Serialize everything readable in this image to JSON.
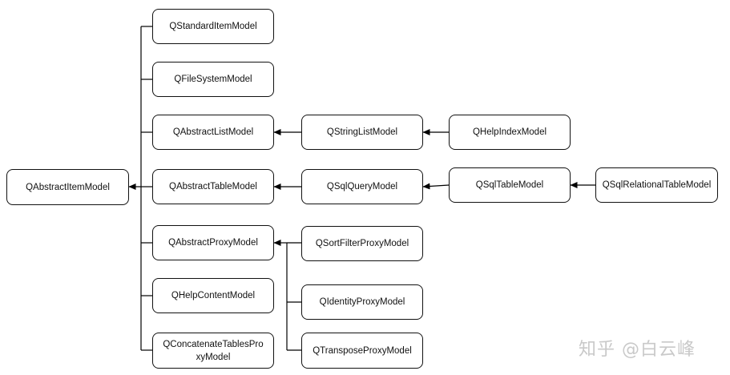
{
  "diagram": {
    "nodes": {
      "qabstractitemmodel": "QAbstractItemModel",
      "qstandarditemmodel": "QStandardItemModel",
      "qfilesystemmodel": "QFileSystemModel",
      "qabstractlistmodel": "QAbstractListModel",
      "qabstracttablemodel": "QAbstractTableModel",
      "qabstractproxymodel": "QAbstractProxyModel",
      "qhelpcontentmodel": "QHelpContentModel",
      "qconcatenatetablesproxymodel": "QConcatenateTablesProxyModel",
      "qstringlistmodel": "QStringListModel",
      "qsqlquerymodel": "QSqlQueryModel",
      "qsortfilterproxymodel": "QSortFilterProxyModel",
      "qidentityproxymodel": "QIdentityProxyModel",
      "qtransposeproxymodel": "QTransposeProxyModel",
      "qhelpindexmodel": "QHelpIndexModel",
      "qsqltablemodel": "QSqlTableModel",
      "qsqlrelationaltablemodel": "QSqlRelationalTableModel"
    },
    "edges": [
      {
        "from": "QStandardItemModel",
        "to": "QAbstractItemModel"
      },
      {
        "from": "QFileSystemModel",
        "to": "QAbstractItemModel"
      },
      {
        "from": "QAbstractListModel",
        "to": "QAbstractItemModel"
      },
      {
        "from": "QAbstractTableModel",
        "to": "QAbstractItemModel"
      },
      {
        "from": "QAbstractProxyModel",
        "to": "QAbstractItemModel"
      },
      {
        "from": "QHelpContentModel",
        "to": "QAbstractItemModel"
      },
      {
        "from": "QConcatenateTablesProxyModel",
        "to": "QAbstractItemModel"
      },
      {
        "from": "QStringListModel",
        "to": "QAbstractListModel"
      },
      {
        "from": "QHelpIndexModel",
        "to": "QStringListModel"
      },
      {
        "from": "QSqlQueryModel",
        "to": "QAbstractTableModel"
      },
      {
        "from": "QSqlTableModel",
        "to": "QSqlQueryModel"
      },
      {
        "from": "QSqlRelationalTableModel",
        "to": "QSqlTableModel"
      },
      {
        "from": "QSortFilterProxyModel",
        "to": "QAbstractProxyModel"
      },
      {
        "from": "QIdentityProxyModel",
        "to": "QAbstractProxyModel"
      },
      {
        "from": "QTransposeProxyModel",
        "to": "QAbstractProxyModel"
      }
    ],
    "watermark": "知乎 @白云峰"
  }
}
